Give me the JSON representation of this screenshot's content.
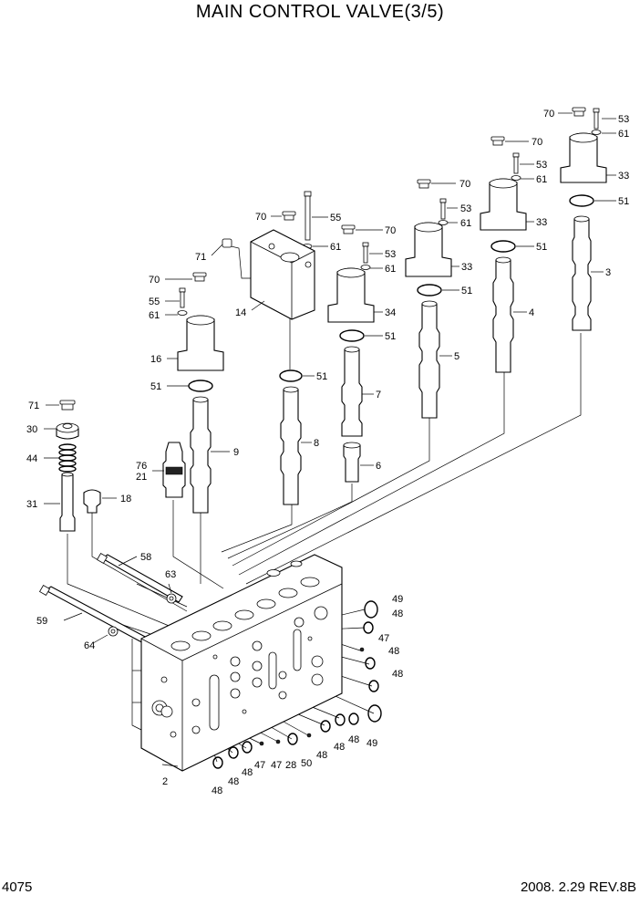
{
  "header": {
    "title": "MAIN CONTROL VALVE(3/5)"
  },
  "footer": {
    "page_number": "4075",
    "revision": "2008. 2.29  REV.8B"
  },
  "labels": {
    "l70a": "70",
    "l53a": "53",
    "l61a": "61",
    "l33a": "33",
    "l51a": "51",
    "l3": "3",
    "l70b": "70",
    "l53b": "53",
    "l61b": "61",
    "l33b": "33",
    "l51b": "51",
    "l4": "4",
    "l70c": "70",
    "l53c": "53",
    "l61c": "61",
    "l33c": "33",
    "l51c": "51",
    "l5": "5",
    "l70d": "70",
    "l55a": "55",
    "l70e": "70",
    "l61d": "61",
    "l53d": "53",
    "l61e": "61",
    "l71a": "71",
    "l14": "14",
    "l34": "34",
    "l51d": "51",
    "l7": "7",
    "l6": "6",
    "l51e": "51",
    "l8": "8",
    "l70f": "70",
    "l55b": "55",
    "l61f": "61",
    "l16": "16",
    "l51f": "51",
    "l9": "9",
    "l76": "76",
    "l21": "21",
    "l71b": "71",
    "l30": "30",
    "l44": "44",
    "l31": "31",
    "l18": "18",
    "l58": "58",
    "l63": "63",
    "l59": "59",
    "l64": "64",
    "l2": "2",
    "l49a": "49",
    "l48a": "48",
    "l47a": "47",
    "l48b": "48",
    "l48c": "48",
    "l49b": "49",
    "l48d": "48",
    "l48e": "48",
    "l50": "50",
    "l28": "28",
    "l47b": "47",
    "l48f": "48",
    "l48g": "48",
    "l48h": "48"
  }
}
